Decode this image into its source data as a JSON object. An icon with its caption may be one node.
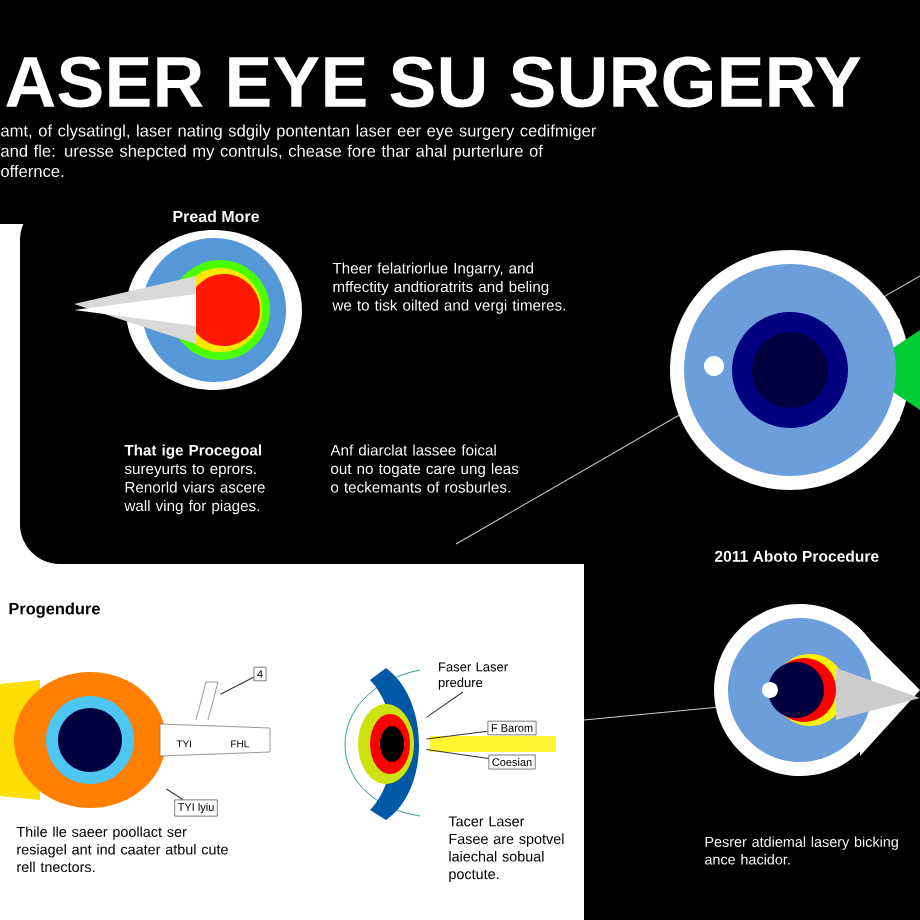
{
  "diagram": {
    "title": "ASER EYE SU SURGERY",
    "nodes": [
      {
        "text": [
          "4"
        ]
      },
      {
        "text": [
          "TYI lyiu"
        ]
      },
      {
        "text": [
          "Faser Laser predure"
        ]
      },
      {
        "text": [
          "F Barom"
        ]
      },
      {
        "text": [
          "Coesian"
        ]
      },
      {
        "text": [],
        "shape": "picture"
      },
      {
        "text": [],
        "shape": "picture"
      },
      {
        "text": [],
        "shape": "picture"
      }
    ],
    "edges": [
      {
        "from": 0,
        "to": 6,
        "arrow": "none"
      },
      {
        "from": 1,
        "to": 5,
        "arrow": "none"
      },
      {
        "from": 2,
        "to": 7,
        "arrow": "none"
      },
      {
        "from": 3,
        "to": 7,
        "arrow": "none"
      },
      {
        "from": 4,
        "to": 7,
        "arrow": "none"
      }
    ],
    "labels": [
      "amt, of clysatingl, laser nating sdgily pontentan laser eer eye surgery cedifmiger and fle: uresse shepcted my contruls, chease fore thar ahal purterlure of offernce.",
      "Pread More",
      "Theer felatriorlue Ingarry, and mffectity andtioratrits and beling we to tisk oilted and vergi timeres.",
      "**That ige Procegoal** sureyurts to eprors. Renorld viars ascere wall ving for piages.",
      "Anf diarclat lassee foical out no togate care ung leas o teckemants of rosburles.",
      "2011 Aboto Procedure",
      "Progendure",
      "TYI",
      "FHL",
      "Thile lle saeer poollact ser resiagel ant ind caater atbul cute rell tnectors.",
      "Tacer Laser Fasee are spotvel laiechal sobual poctute.",
      "Pesrer atdiemal lasery bicking ance hacidor."
    ]
  }
}
